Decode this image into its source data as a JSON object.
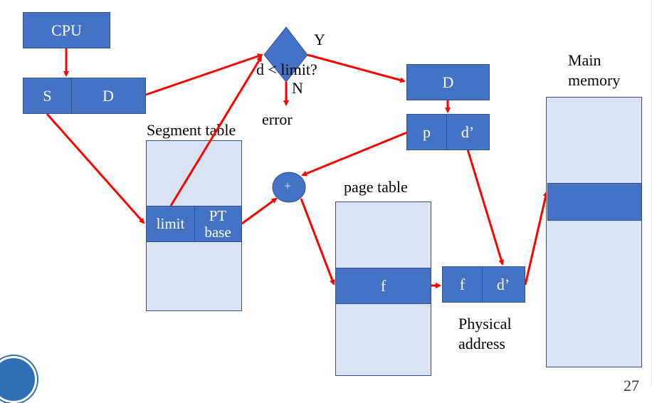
{
  "diagram": {
    "cpu": "CPU",
    "logical_address": {
      "s": "S",
      "d": "D"
    },
    "decision": {
      "question": "d < limit?",
      "yes": "Y",
      "no": "N",
      "error": "error"
    },
    "segment_table": {
      "title": "Segment table",
      "limit": "limit",
      "pt_base_line1": "PT",
      "pt_base_line2": "base"
    },
    "adder": "+",
    "offset_box": "D",
    "page_split": {
      "p": "p",
      "d_prime": "d’"
    },
    "page_table": {
      "title": "page table",
      "frame": "f"
    },
    "physical_address": {
      "f": "f",
      "d_prime": "d’",
      "label_line1": "Physical",
      "label_line2": "address"
    },
    "main_memory": {
      "label_line1": "Main",
      "label_line2": "memory"
    },
    "page_number": "27",
    "colors": {
      "box_fill": "#4472c4",
      "box_border": "#2f528f",
      "table_fill": "#dae3f3",
      "arrow": "#ff0000"
    }
  }
}
